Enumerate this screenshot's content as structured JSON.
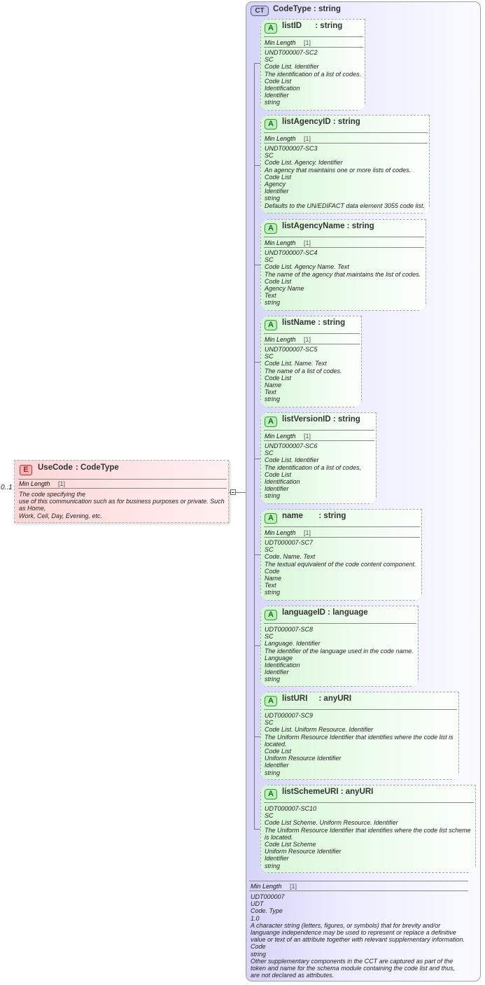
{
  "element": {
    "badge": "E",
    "name": "UseCode",
    "type": ": CodeType",
    "multiplicity": "0..1",
    "facet_label": "Min Length",
    "facet_value": "[1]",
    "description": "The code specifying the\nuse of this communication such as for business purposes or private. Such\nas Home,\nWork, Cell, Day, Evening, etc."
  },
  "complex_type": {
    "badge": "CT",
    "title": "CodeType : string",
    "facet_label": "Min Length",
    "facet_value": "[1]",
    "description": "UDT000007\nUDT\nCode. Type\n1.0\nA character string (letters, figures, or symbols) that for brevity and/or\nlanguange independence may be used to represent or replace a definitive\nvalue or text of an attribute together with relevant supplementary information.\nCode\nstring\nOther supplementary components in the CCT are captured as part of the\ntoken and name for the schema module containing the code list and thus,\nare not declared as attributes."
  },
  "attributes": [
    {
      "badge": "A",
      "name": "listID      : string",
      "facet_label": "Min Length",
      "facet_value": "[1]",
      "description": "UNDT000007-SC2\nSC\nCode List. Identifier\nThe identification of a list of codes.\nCode List\nIdentification\nIdentifier\nstring"
    },
    {
      "badge": "A",
      "name": "listAgencyID : string",
      "facet_label": "Min Length",
      "facet_value": "[1]",
      "description": "UNDT000007-SC3\nSC\nCode List. Agency. Identifier\nAn agency that maintains one or more lists of codes.\nCode List\nAgency\nIdentifier\nstring\nDefaults to the UN/EDIFACT data element 3055 code list."
    },
    {
      "badge": "A",
      "name": "listAgencyName : string",
      "facet_label": "Min Length",
      "facet_value": "[1]",
      "description": "UNDT000007-SC4\nSC\nCode List. Agency Name. Text\nThe name of the agency that maintains the list of codes.\nCode List\nAgency Name\nText\nstring"
    },
    {
      "badge": "A",
      "name": "listName : string",
      "facet_label": "Min Length",
      "facet_value": "[1]",
      "description": "UNDT000007-SC5\nSC\nCode List. Name. Text\nThe name of a list of codes.\nCode List\nName\nText\nstring"
    },
    {
      "badge": "A",
      "name": "listVersionID : string",
      "facet_label": "Min Length",
      "facet_value": "[1]",
      "description": "UNDT000007-SC6\nSC\nCode List. Identifier\nThe identification of a list of codes.\nCode List\nIdentification\nIdentifier\nstring"
    },
    {
      "badge": "A",
      "name": "name       : string",
      "facet_label": "Min Length",
      "facet_value": "[1]",
      "description": "UDT000007-SC7\nSC\nCode. Name. Text\nThe textual equivalent of the code content component.\nCode\nName\nText\nstring"
    },
    {
      "badge": "A",
      "name": "languageID : language",
      "facet_label": "",
      "facet_value": "",
      "description": "UDT000007-SC8\nSC\nLanguage. Identifier\nThe identifier of the language used in the code name.\nLanguage\nIdentification\nIdentifier\nstring"
    },
    {
      "badge": "A",
      "name": "listURI     : anyURI",
      "facet_label": "",
      "facet_value": "",
      "description": "UDT000007-SC9\nSC\nCode List. Uniform Resource. Identifier\nThe Uniform Resource Identifier that identifies where the code list is\nlocated.\nCode List\nUniform Resource Identifier\nIdentifier\nstring"
    },
    {
      "badge": "A",
      "name": "listSchemeURI : anyURI",
      "facet_label": "",
      "facet_value": "",
      "description": "UDT000007-SC10\nSC\nCode List Scheme. Uniform Resource. Identifier\nThe Uniform Resource Identifier that identifies where the code list scheme\nis located.\nCode List Scheme\nUniform Resource Identifier\nIdentifier\nstring"
    }
  ]
}
